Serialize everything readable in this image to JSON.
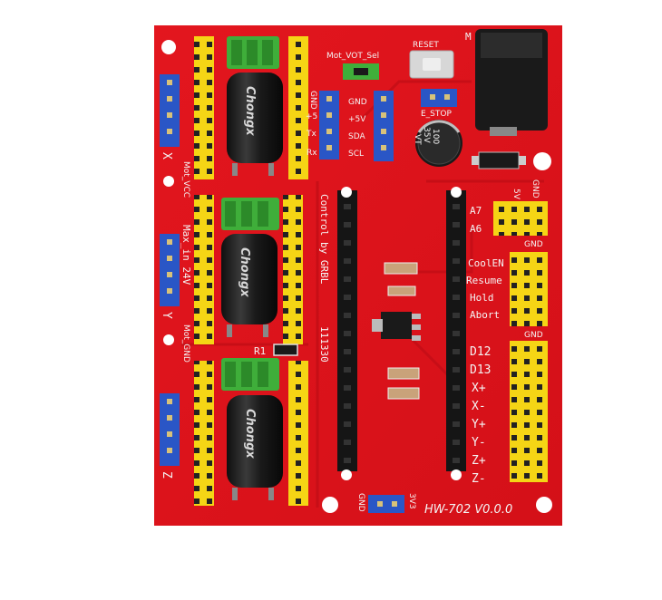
{
  "board": {
    "model": "HW-702 V0.0.0",
    "colors": {
      "pcb": "#e0141c",
      "pcb_dark": "#b80e14",
      "header_yellow": "#f5d515",
      "jumper_green": "#3fae3a",
      "pin_blue": "#2a56c6",
      "capacitor": "#1c1c1c",
      "silkscreen": "#f4f4f4"
    }
  },
  "labels": {
    "mot_vot_sel": "Mot_VOT_Sel",
    "reset": "RESET",
    "e_stop": "E_STOP",
    "m_corner": "M",
    "axis_x": "X",
    "axis_y": "Y",
    "axis_z": "Z",
    "mot_vcc": "Mot_VCC",
    "max_in": "Max_in 24V",
    "mot_gnd": "Mot_GND",
    "r1": "R1",
    "control_by": "Control by GRBL",
    "version_code": "111330",
    "gnd_bottom": "GND",
    "v33": "3V3",
    "left_pins": [
      "GND",
      "+5",
      "Tx",
      "Rx"
    ],
    "i2c_pins": [
      "GND",
      "+5V",
      "SDA",
      "SCL"
    ],
    "analog": [
      "A7",
      "A6"
    ],
    "analog_hdr": [
      "5V",
      "GND"
    ],
    "gnd_mid": "GND",
    "control_pins": [
      "CoolEN",
      "Resume",
      "Hold",
      "Abort"
    ],
    "gnd_low": "GND",
    "limit_pins": [
      "D12",
      "D13",
      "X+",
      "X-",
      "Y+",
      "Y-",
      "Z+",
      "Z-"
    ]
  },
  "capacitor_marks": {
    "big_cap": [
      "100",
      "35V",
      "VT"
    ],
    "driver_cap": "Chongx"
  }
}
